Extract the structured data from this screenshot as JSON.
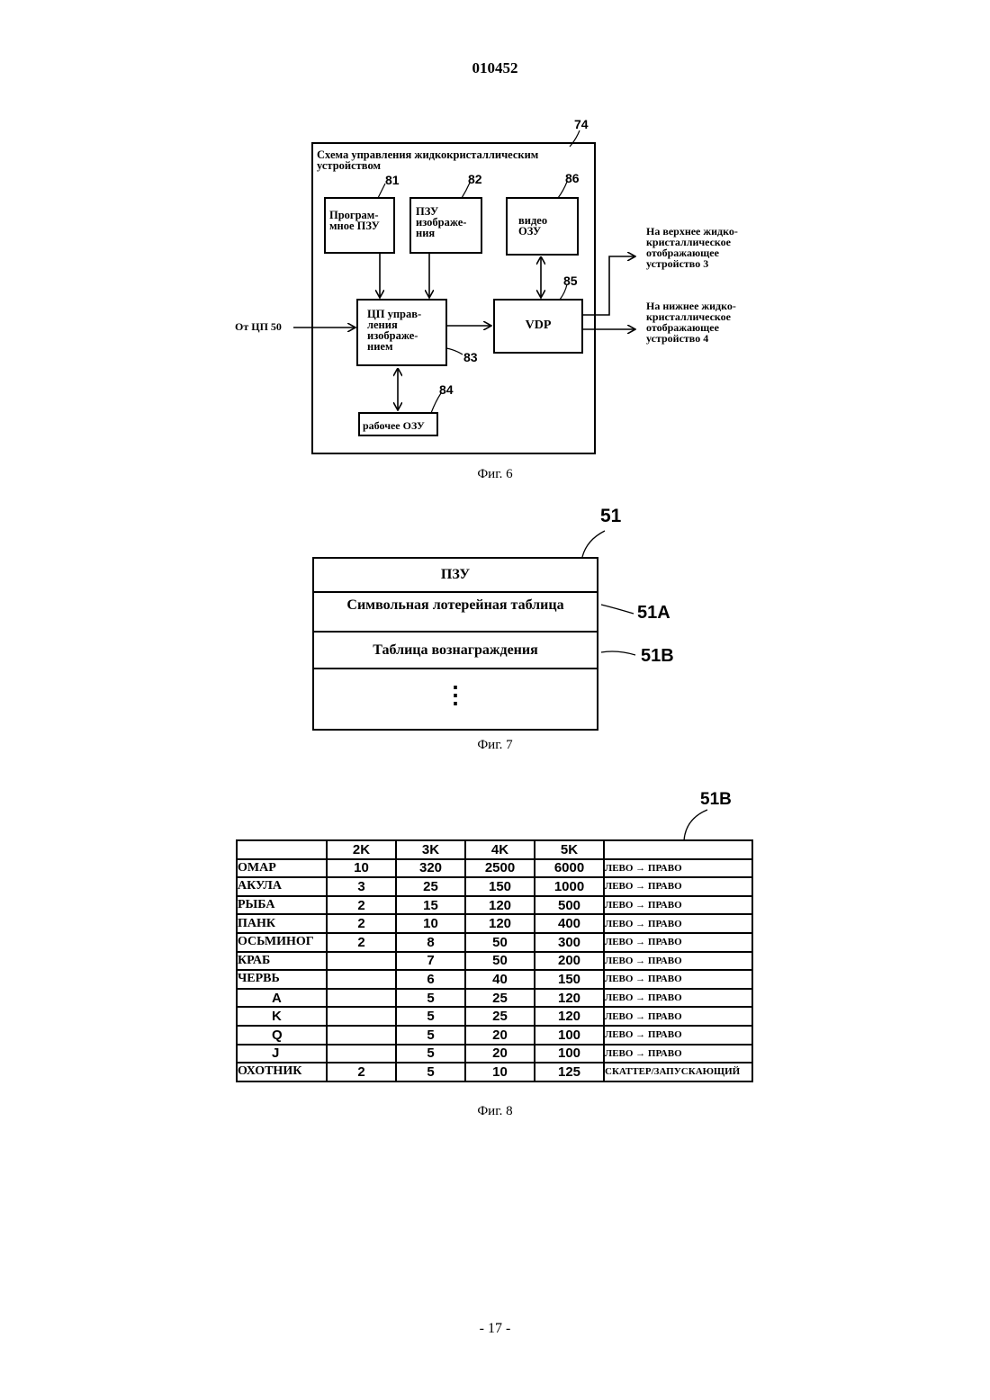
{
  "document_number": "010452",
  "page_number": "- 17 -",
  "fig6": {
    "caption": "Фиг. 6",
    "title": "Схема управления жидкокристаллическим устройством",
    "ref_outer": "74",
    "program_rom": {
      "label": "Програм-мное ПЗУ",
      "ref": "81"
    },
    "image_rom": {
      "label": "ПЗУ изображе-ния",
      "ref": "82"
    },
    "video_ram": {
      "label": "видео ОЗУ",
      "ref": "86"
    },
    "image_cpu": {
      "label": "ЦП управ-ления изображе-нием",
      "ref": "83"
    },
    "vdp": {
      "label": "VDP",
      "ref": "85"
    },
    "work_ram": {
      "label": "рабочее ОЗУ",
      "ref": "84"
    },
    "input_label": "От ЦП 50",
    "output_upper": "На верхнее жидко-кристаллическое отображающее устройство 3",
    "output_lower": "На нижнее жидко-кристаллическое отображающее устройство 4"
  },
  "fig7": {
    "caption": "Фиг. 7",
    "ref": "51",
    "header": "ПЗУ",
    "row_a": {
      "label": "Символьная лотерейная таблица",
      "ref": "51A"
    },
    "row_b": {
      "label": "Таблица вознаграждения",
      "ref": "51B"
    },
    "ellipsis": "⋮"
  },
  "fig8": {
    "caption": "Фиг. 8",
    "ref": "51B",
    "columns": [
      "",
      "2K",
      "3K",
      "4K",
      "5K",
      ""
    ],
    "rows": [
      {
        "name": "ОМАР",
        "v2": "10",
        "v3": "320",
        "v4": "2500",
        "v5": "6000",
        "dir": "ЛЕВО → ПРАВО"
      },
      {
        "name": "АКУЛА",
        "v2": "3",
        "v3": "25",
        "v4": "150",
        "v5": "1000",
        "dir": "ЛЕВО → ПРАВО"
      },
      {
        "name": "РЫБА",
        "v2": "2",
        "v3": "15",
        "v4": "120",
        "v5": "500",
        "dir": "ЛЕВО → ПРАВО"
      },
      {
        "name": "ПАНК",
        "v2": "2",
        "v3": "10",
        "v4": "120",
        "v5": "400",
        "dir": "ЛЕВО → ПРАВО"
      },
      {
        "name": "ОСЬМИНОГ",
        "v2": "2",
        "v3": "8",
        "v4": "50",
        "v5": "300",
        "dir": "ЛЕВО → ПРАВО"
      },
      {
        "name": "КРАБ",
        "v2": "",
        "v3": "7",
        "v4": "50",
        "v5": "200",
        "dir": "ЛЕВО → ПРАВО"
      },
      {
        "name": "ЧЕРВЬ",
        "v2": "",
        "v3": "6",
        "v4": "40",
        "v5": "150",
        "dir": "ЛЕВО → ПРАВО"
      },
      {
        "name": "A",
        "v2": "",
        "v3": "5",
        "v4": "25",
        "v5": "120",
        "dir": "ЛЕВО → ПРАВО"
      },
      {
        "name": "K",
        "v2": "",
        "v3": "5",
        "v4": "25",
        "v5": "120",
        "dir": "ЛЕВО → ПРАВО"
      },
      {
        "name": "Q",
        "v2": "",
        "v3": "5",
        "v4": "20",
        "v5": "100",
        "dir": "ЛЕВО → ПРАВО"
      },
      {
        "name": "J",
        "v2": "",
        "v3": "5",
        "v4": "20",
        "v5": "100",
        "dir": "ЛЕВО → ПРАВО"
      },
      {
        "name": "ОХОТНИК",
        "v2": "2",
        "v3": "5",
        "v4": "10",
        "v5": "125",
        "dir": "СКАТТЕР/ЗАПУСКАЮЩИЙ"
      }
    ]
  }
}
